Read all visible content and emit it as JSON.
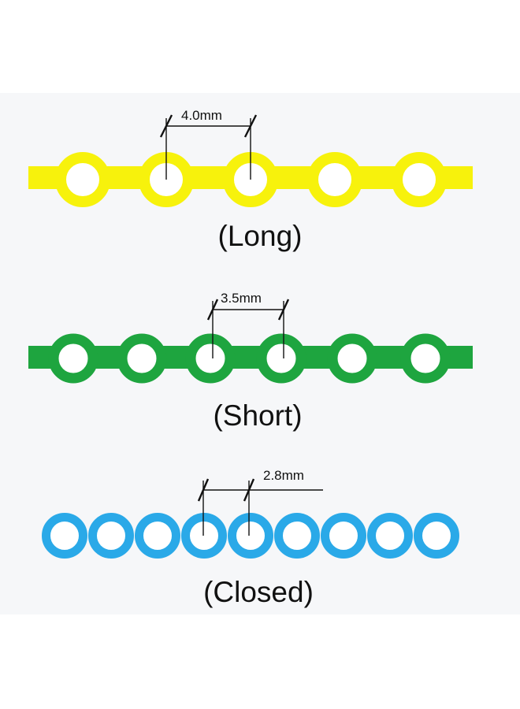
{
  "chains": [
    {
      "id": "long",
      "caption": "(Long)",
      "spacing_label": "4.0mm",
      "color": "#f7f20c",
      "ring_count": 5,
      "has_connector_bar": true
    },
    {
      "id": "short",
      "caption": "(Short)",
      "spacing_label": "3.5mm",
      "color": "#1ea53f",
      "ring_count": 6,
      "has_connector_bar": true
    },
    {
      "id": "closed",
      "caption": "(Closed)",
      "spacing_label": "2.8mm",
      "color": "#2aa9e8",
      "ring_count": 9,
      "has_connector_bar": false
    }
  ],
  "colors": {
    "background": "#ffffff",
    "panel": "#f6f7f9",
    "line": "#111111"
  }
}
